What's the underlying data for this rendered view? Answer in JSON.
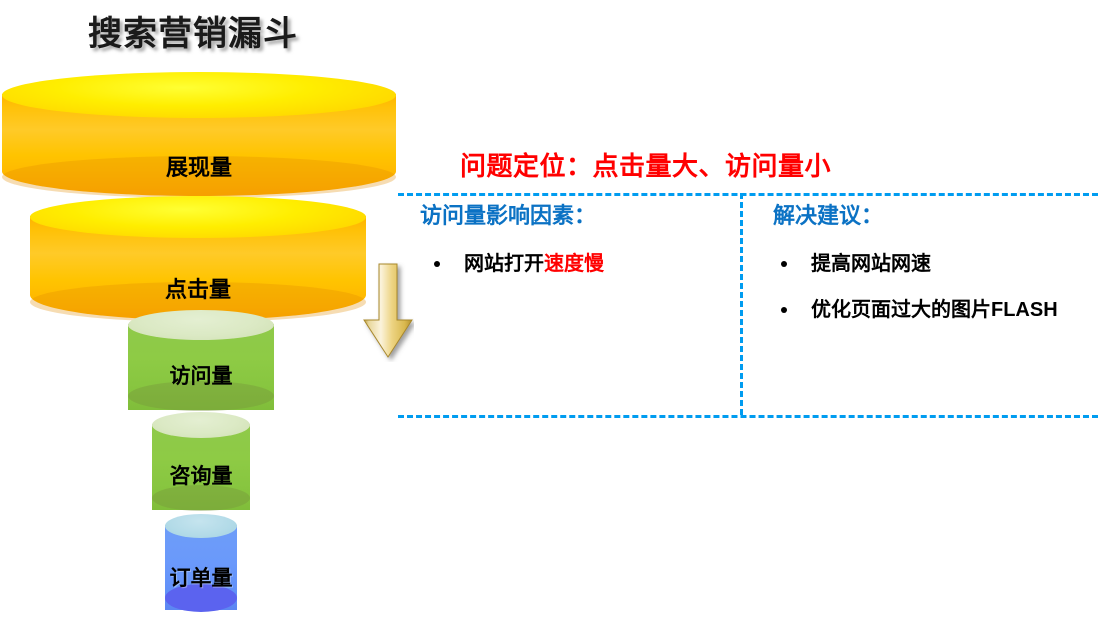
{
  "slide": {
    "title": "搜索营销漏斗"
  },
  "funnel": {
    "stages": [
      {
        "label": "展现量",
        "color": "#FFC400"
      },
      {
        "label": "点击量",
        "color": "#FFC400"
      },
      {
        "label": "访问量",
        "color": "#8ECB45"
      },
      {
        "label": "咨询量",
        "color": "#8ECB45"
      },
      {
        "label": "订单量",
        "color": "#6A99FB"
      }
    ]
  },
  "arrow": {
    "name": "down-arrow",
    "color": "#E8C25A"
  },
  "panel": {
    "heading": "问题定位：点击量大、访问量小",
    "heading_color": "#FF0000",
    "divider_color": "#009CF0",
    "columns": [
      {
        "title": "访问量影响因素：",
        "title_color": "#0B72C4",
        "bullets": [
          {
            "text_plain": "网站打开",
            "text_highlight": "速度慢",
            "highlight_color": "#FF0000"
          }
        ]
      },
      {
        "title": "解决建议：",
        "title_color": "#0B72C4",
        "bullets": [
          {
            "text_plain": "提高网站网速",
            "text_highlight": "",
            "highlight_color": "#FF0000"
          },
          {
            "text_plain": "优化页面过大的图片FLASH",
            "text_highlight": "",
            "highlight_color": "#FF0000"
          }
        ]
      }
    ]
  }
}
